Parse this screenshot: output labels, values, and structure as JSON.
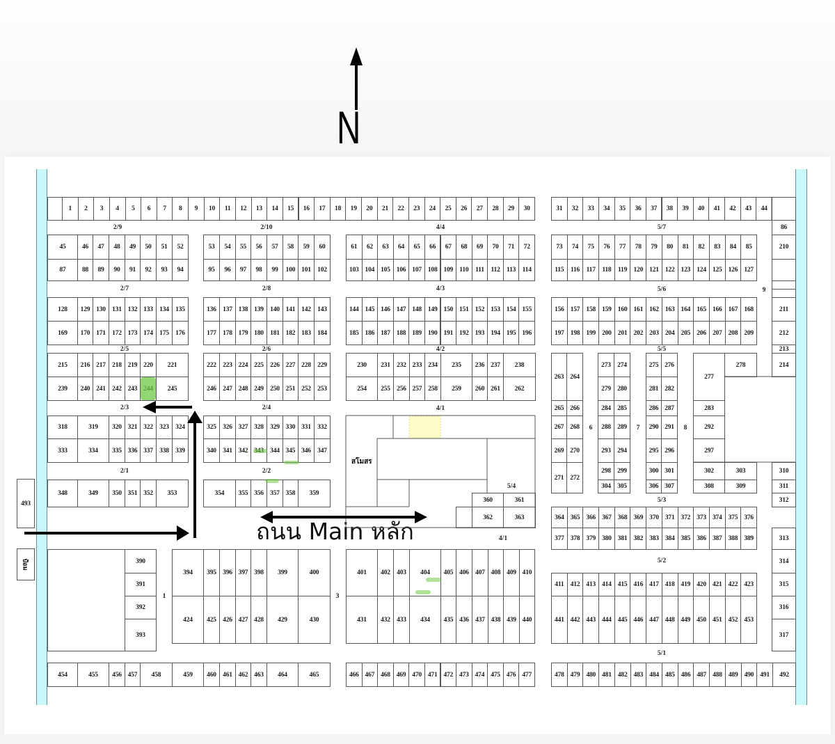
{
  "compass": {
    "label": "N"
  },
  "road_main": {
    "label": "ถนน Main หลัก"
  },
  "landmarks": {
    "clubhouse": "สโมสร",
    "guard_post": "ป้อม"
  },
  "colors": {
    "canal": "#c9f8fb",
    "highlight": "#6ec846",
    "reserved": "#fdfbc8"
  },
  "road_labels": [
    "2/9",
    "2/10",
    "4/4",
    "5/7",
    "2/7",
    "2/8",
    "4/3",
    "5/6",
    "2/5",
    "2/6",
    "4/2",
    "5/5",
    "2/3",
    "2/4",
    "4/1",
    "2/1",
    "2/2",
    "5/4",
    "5/3",
    "4/1",
    "5/2",
    "5/1",
    "1",
    "3",
    "6",
    "7",
    "8",
    "9"
  ],
  "highlighted_plots": [
    "244"
  ],
  "plots": {
    "top_w": [
      "1",
      "2",
      "3",
      "4",
      "5",
      "6",
      "7",
      "8",
      "9",
      "10",
      "11",
      "12",
      "13",
      "14",
      "15",
      "16",
      "17",
      "18",
      "19",
      "20",
      "21",
      "22",
      "23",
      "24",
      "25",
      "26",
      "27",
      "28",
      "29",
      "30"
    ],
    "top_e": [
      "31",
      "32",
      "33",
      "34",
      "35",
      "36",
      "37",
      "38",
      "39",
      "40",
      "41",
      "42",
      "43",
      "44"
    ],
    "r1a": [
      "45",
      "46",
      "47",
      "48",
      "49",
      "50",
      "51",
      "52"
    ],
    "r1b": [
      "53",
      "54",
      "55",
      "56",
      "57",
      "58",
      "59",
      "60"
    ],
    "r1c": [
      "61",
      "62",
      "63",
      "64",
      "65",
      "66",
      "67",
      "68",
      "69",
      "70",
      "71",
      "72"
    ],
    "r1d": [
      "73",
      "74",
      "75",
      "76",
      "77",
      "78",
      "79",
      "80",
      "81",
      "82",
      "83",
      "84",
      "85"
    ],
    "r2a": [
      "87",
      "88",
      "89",
      "90",
      "91",
      "92",
      "93",
      "94"
    ],
    "r2b": [
      "95",
      "96",
      "97",
      "98",
      "99",
      "100",
      "101",
      "102"
    ],
    "r2c": [
      "103",
      "104",
      "105",
      "106",
      "107",
      "108",
      "109",
      "110",
      "111",
      "112",
      "113",
      "114"
    ],
    "r2d": [
      "115",
      "116",
      "117",
      "118",
      "119",
      "120",
      "121",
      "122",
      "123",
      "124",
      "125",
      "126",
      "127"
    ],
    "r3a": [
      "128",
      "129",
      "130",
      "131",
      "132",
      "133",
      "134",
      "135"
    ],
    "r3b": [
      "136",
      "137",
      "138",
      "139",
      "140",
      "141",
      "142",
      "143"
    ],
    "r3c": [
      "144",
      "145",
      "146",
      "147",
      "148",
      "149",
      "150",
      "151",
      "152",
      "153",
      "154",
      "155"
    ],
    "r3d": [
      "156",
      "157",
      "158",
      "159",
      "160",
      "161",
      "162",
      "163",
      "164",
      "165",
      "166",
      "167",
      "168"
    ],
    "r4a": [
      "169",
      "170",
      "171",
      "172",
      "173",
      "174",
      "175",
      "176"
    ],
    "r4b": [
      "177",
      "178",
      "179",
      "180",
      "181",
      "182",
      "183",
      "184"
    ],
    "r4c": [
      "185",
      "186",
      "187",
      "188",
      "189",
      "190",
      "191",
      "192",
      "193",
      "194",
      "195",
      "196"
    ],
    "r4d": [
      "197",
      "198",
      "199",
      "200",
      "201",
      "202",
      "203",
      "204",
      "205",
      "206",
      "207",
      "208",
      "209"
    ],
    "r5a": [
      "215",
      "216",
      "217",
      "218",
      "219",
      "220",
      "221"
    ],
    "r5b": [
      "222",
      "223",
      "224",
      "225",
      "226",
      "227",
      "228",
      "229"
    ],
    "r5c": [
      "230",
      "231",
      "232",
      "233",
      "234",
      "235",
      "236",
      "237",
      "238"
    ],
    "r6a": [
      "239",
      "240",
      "241",
      "242",
      "243",
      "244",
      "245"
    ],
    "r6b": [
      "246",
      "247",
      "248",
      "249",
      "250",
      "251",
      "252",
      "253"
    ],
    "r6c": [
      "254",
      "255",
      "256",
      "257",
      "258",
      "259",
      "260",
      "261",
      "262"
    ],
    "r7a": [
      "318",
      "319",
      "320",
      "321",
      "322",
      "323",
      "324"
    ],
    "r7b": [
      "325",
      "326",
      "327",
      "328",
      "329",
      "330",
      "331",
      "332"
    ],
    "r8a": [
      "333",
      "334",
      "335",
      "336",
      "337",
      "338",
      "339"
    ],
    "r8b": [
      "340",
      "341",
      "342",
      "343",
      "344",
      "345",
      "346",
      "347"
    ],
    "r9a": [
      "348",
      "349",
      "350",
      "351",
      "352",
      "353"
    ],
    "r9b": [
      "354",
      "355",
      "356",
      "357",
      "358",
      "359"
    ],
    "r10": [
      "364",
      "365",
      "366",
      "367",
      "368",
      "369",
      "370",
      "371",
      "372",
      "373",
      "374",
      "375",
      "376"
    ],
    "r11": [
      "377",
      "378",
      "379",
      "380",
      "381",
      "382",
      "383",
      "384",
      "385",
      "386",
      "387",
      "388",
      "389"
    ],
    "r12a": [
      "394",
      "395",
      "396",
      "397",
      "398",
      "399",
      "400"
    ],
    "r12b": [
      "401",
      "402",
      "403",
      "404",
      "405",
      "406",
      "407",
      "408",
      "409",
      "410"
    ],
    "r13a": [
      "424",
      "425",
      "426",
      "427",
      "428",
      "429",
      "430"
    ],
    "r13b": [
      "431",
      "432",
      "433",
      "434",
      "435",
      "436",
      "437",
      "438",
      "439",
      "440"
    ],
    "r14": [
      "411",
      "412",
      "413",
      "414",
      "415",
      "416",
      "417",
      "418",
      "419",
      "420",
      "421",
      "422",
      "423"
    ],
    "r15": [
      "441",
      "442",
      "443",
      "444",
      "445",
      "446",
      "447",
      "448",
      "449",
      "450",
      "451",
      "452",
      "453"
    ],
    "bot_a": [
      "454",
      "455",
      "456",
      "457",
      "458",
      "459",
      "460",
      "461",
      "462",
      "463",
      "464",
      "465"
    ],
    "bot_b": [
      "466",
      "467",
      "468",
      "469",
      "470",
      "471",
      "472",
      "473",
      "474",
      "475",
      "476",
      "477"
    ],
    "bot_c": [
      "478",
      "479",
      "480",
      "481",
      "482",
      "483",
      "484",
      "485",
      "486",
      "487",
      "488",
      "489",
      "490",
      "491",
      "492"
    ],
    "misc": [
      "86",
      "210",
      "211",
      "212",
      "213",
      "214",
      "263",
      "264",
      "265",
      "266",
      "267",
      "268",
      "269",
      "270",
      "271",
      "272",
      "273",
      "274",
      "279",
      "280",
      "284",
      "285",
      "288",
      "289",
      "293",
      "294",
      "298",
      "299",
      "304",
      "305",
      "275",
      "276",
      "281",
      "282",
      "286",
      "287",
      "290",
      "291",
      "295",
      "296",
      "300",
      "301",
      "306",
      "307",
      "277",
      "278",
      "283",
      "292",
      "297",
      "302",
      "303",
      "308",
      "309",
      "310",
      "311",
      "312",
      "313",
      "314",
      "315",
      "316",
      "317",
      "360",
      "361",
      "362",
      "363",
      "390",
      "391",
      "392",
      "393",
      "493"
    ]
  }
}
